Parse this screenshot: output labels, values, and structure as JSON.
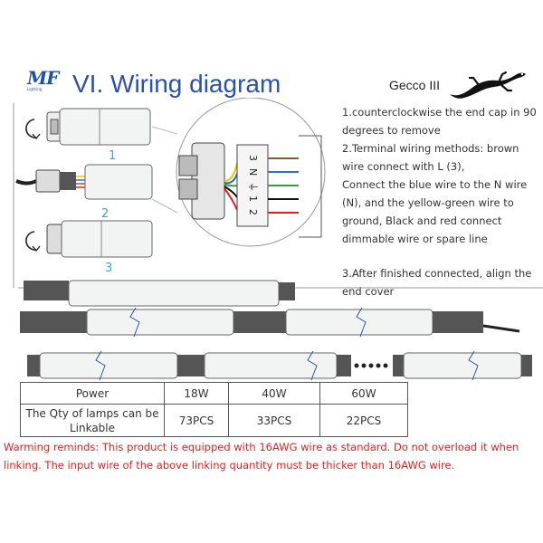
{
  "header": {
    "logo_text": "MF",
    "logo_subtext": "Lighting",
    "title": "VI. Wiring diagram",
    "brand": "Gecco III",
    "gecko_icon": "gecko-lizard-icon"
  },
  "steps": [
    "1.counterclockwise the end cap in 90 degrees to remove",
    "2.Terminal wiring methods: brown wire connect with L (3),",
    "Connect the blue wire to the N wire (N), and the yellow-green wire to ground, Black and red connect dimmable wire or spare line",
    "3.After finished connected, align the end cover"
  ],
  "diagram_labels": {
    "step_numbers": [
      "1",
      "2",
      "3"
    ],
    "terminal_labels": [
      "3",
      "N",
      "⏚",
      "1",
      "2"
    ]
  },
  "table": {
    "row1": [
      "Power",
      "18W",
      "40W",
      "60W"
    ],
    "row2": [
      "The Qty of lamps can be Linkable",
      "73PCS",
      "33PCS",
      "22PCS"
    ]
  },
  "warning": "Warming reminds: This product is equipped with 16AWG wire as standard. Do not overload it when linking. The input wire of the above linking quantity must be thicker than 16AWG wire.",
  "colors": {
    "title": "#2a52a8",
    "step_number": "#3aa3d8",
    "warning": "#e02020",
    "wire_brown": "#8b5a2b",
    "wire_blue": "#2f6fd0",
    "wire_yellow": "#f2c200",
    "wire_green": "#2ea043",
    "wire_black": "#111111",
    "wire_red": "#e02020"
  }
}
